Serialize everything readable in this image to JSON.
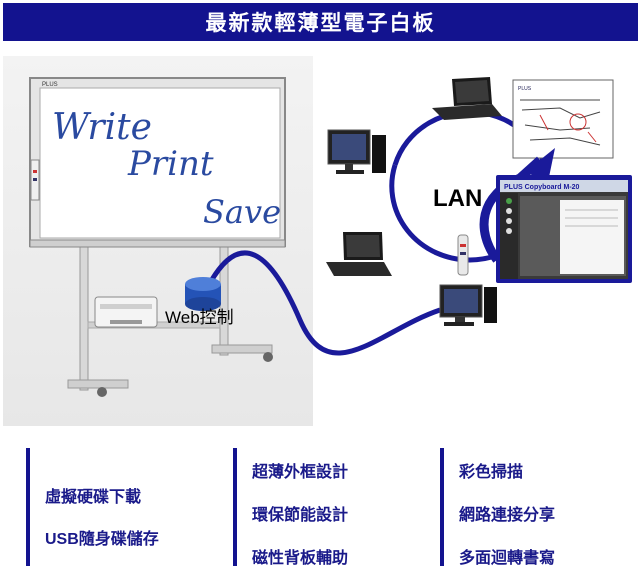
{
  "title": "最新款輕薄型電子白板",
  "whiteboard": {
    "words": [
      "Write",
      "Print",
      "Save"
    ],
    "brand": "PLUS"
  },
  "labels": {
    "web_control": "Web控制",
    "lan": "LAN"
  },
  "screen": {
    "app_title": "PLUS Copyboard M-20"
  },
  "features": {
    "col1": [
      "虛擬硬碟下載",
      "USB隨身碟儲存"
    ],
    "col2": [
      "超薄外框設計",
      "環保節能設計",
      "磁性背板輔助"
    ],
    "col3": [
      "彩色掃描",
      "網路連接分享",
      "多面迴轉書寫"
    ]
  },
  "colors": {
    "title_bg": "#13138f",
    "accent": "#1a1a9a",
    "text": "#1a1a8a"
  }
}
